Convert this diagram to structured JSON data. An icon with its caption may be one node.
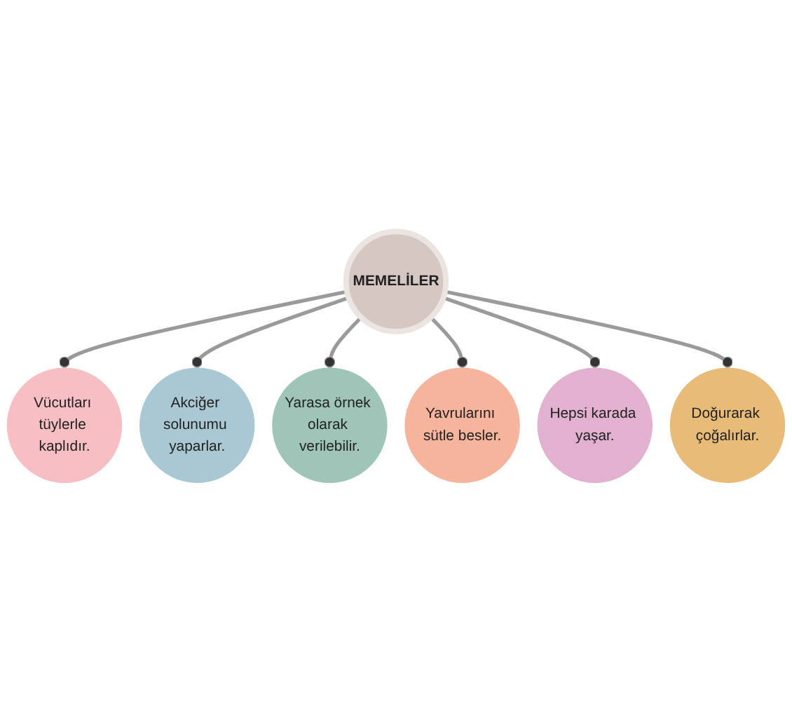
{
  "diagram": {
    "nodes": [
      {
        "text": [
          "MEMELİLER"
        ]
      },
      {
        "text": [
          "Vücutları tüylerle kaplıdır."
        ]
      },
      {
        "text": [
          "Akciğer solunumu yaparlar."
        ]
      },
      {
        "text": [
          "Yarasa örnek olarak verilebilir."
        ]
      },
      {
        "text": [
          "Yavrularını sütle besler."
        ]
      },
      {
        "text": [
          "Hepsi karada yaşar."
        ]
      },
      {
        "text": [
          "Doğurarak çoğalırlar."
        ]
      }
    ],
    "edges": [
      {
        "from": 0,
        "to": 1,
        "arrow": "other"
      },
      {
        "from": 0,
        "to": 2,
        "arrow": "other"
      },
      {
        "from": 0,
        "to": 3,
        "arrow": "other"
      },
      {
        "from": 0,
        "to": 4,
        "arrow": "other"
      },
      {
        "from": 0,
        "to": 5,
        "arrow": "other"
      },
      {
        "from": 0,
        "to": 6,
        "arrow": "other"
      }
    ]
  }
}
